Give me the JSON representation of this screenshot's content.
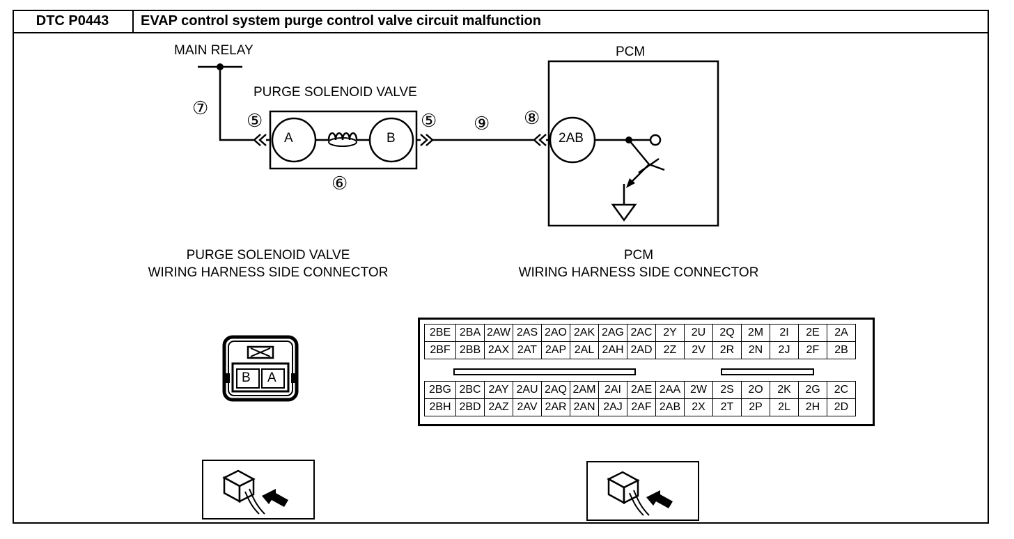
{
  "header": {
    "code": "DTC P0443",
    "title": "EVAP control system purge control valve circuit malfunction"
  },
  "schematic": {
    "main_relay_label": "MAIN RELAY",
    "valve_label": "PURGE SOLENOID VALVE",
    "pcm_label": "PCM",
    "valve_terminal_a": "A",
    "valve_terminal_b": "B",
    "pcm_terminal": "2AB",
    "callout_7": "⑦",
    "callout_5_left": "⑤",
    "callout_5_right": "⑤",
    "callout_9": "⑨",
    "callout_8": "⑧",
    "callout_6": "⑥"
  },
  "connectors": {
    "valve_connector_line1": "PURGE SOLENOID VALVE",
    "valve_connector_line2": "WIRING HARNESS SIDE CONNECTOR",
    "pcm_connector_line1": "PCM",
    "pcm_connector_line2": "WIRING HARNESS SIDE CONNECTOR",
    "valve_pins": [
      "B",
      "A"
    ],
    "pcm_upper_rows": [
      [
        "2BE",
        "2BA",
        "2AW",
        "2AS",
        "2AO",
        "2AK",
        "2AG",
        "2AC",
        "2Y",
        "2U",
        "2Q",
        "2M",
        "2I",
        "2E",
        "2A"
      ],
      [
        "2BF",
        "2BB",
        "2AX",
        "2AT",
        "2AP",
        "2AL",
        "2AH",
        "2AD",
        "2Z",
        "2V",
        "2R",
        "2N",
        "2J",
        "2F",
        "2B"
      ]
    ],
    "pcm_lower_rows": [
      [
        "2BG",
        "2BC",
        "2AY",
        "2AU",
        "2AQ",
        "2AM",
        "2AI",
        "2AE",
        "2AA",
        "2W",
        "2S",
        "2O",
        "2K",
        "2G",
        "2C"
      ],
      [
        "2BH",
        "2BD",
        "2AZ",
        "2AV",
        "2AR",
        "2AN",
        "2AJ",
        "2AF",
        "2AB",
        "2X",
        "2T",
        "2P",
        "2L",
        "2H",
        "2D"
      ]
    ]
  },
  "icons": {
    "valve_probe": "connector-probe-icon",
    "pcm_probe": "connector-probe-icon"
  }
}
